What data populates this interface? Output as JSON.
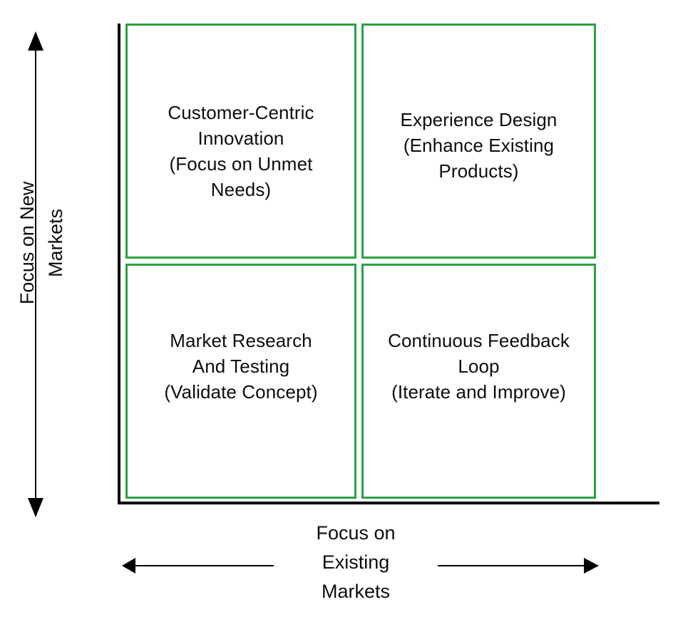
{
  "diagram": {
    "type": "2x2-quadrant-matrix",
    "accent_color": "#2ea043",
    "text_color": "#0d0d0d",
    "axis_color": "#000000",
    "y_axis": {
      "title": "Focus on New\nMarkets",
      "arrow": "double-headed-vertical",
      "arrow_up_icon": "arrow-up-icon",
      "arrow_down_icon": "arrow-down-icon"
    },
    "x_axis": {
      "title": "Focus on\nExisting\nMarkets",
      "left_arrow_icon": "arrow-left-icon",
      "right_arrow_icon": "arrow-right-icon"
    },
    "quadrants": [
      {
        "position": "top-left",
        "label": "Customer-Centric\nInnovation\n(Focus on Unmet\nNeeds)"
      },
      {
        "position": "top-right",
        "label": "Experience Design\n(Enhance Existing\nProducts)"
      },
      {
        "position": "bottom-left",
        "label": "Market Research\nAnd Testing\n(Validate Concept)"
      },
      {
        "position": "bottom-right",
        "label": "Continuous Feedback\nLoop\n(Iterate and Improve)"
      }
    ]
  }
}
